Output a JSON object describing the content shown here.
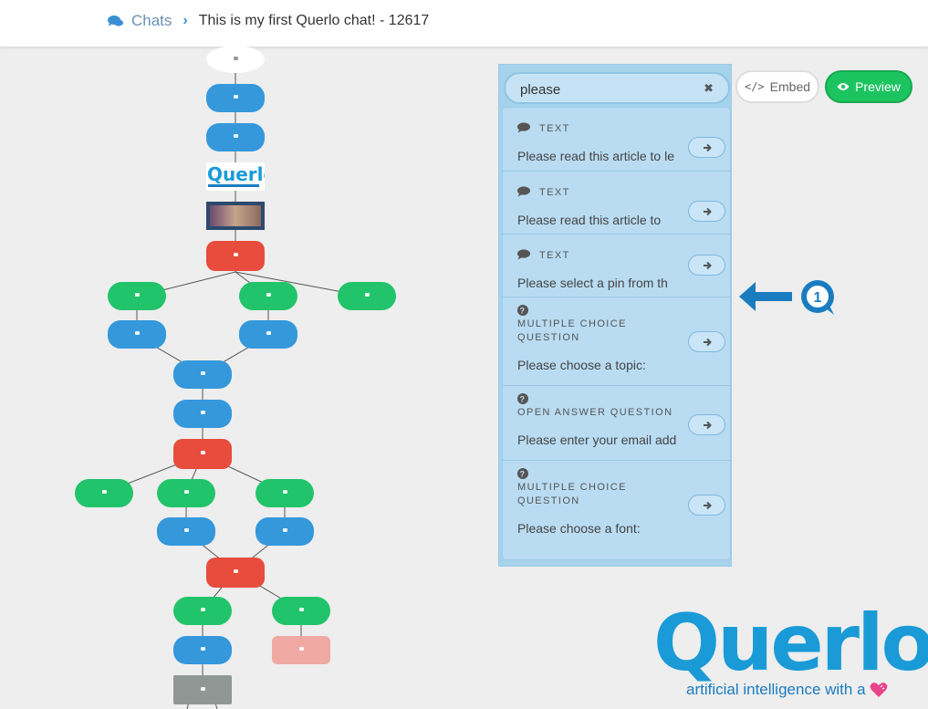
{
  "header": {
    "chats_label": "Chats",
    "separator": "›",
    "title": "This is my first Querlo chat! - 12617",
    "chat_icon": "comments-icon"
  },
  "search": {
    "value": "please",
    "clear_icon": "close-icon",
    "results": [
      {
        "type": "TEXT",
        "icon": "comment-icon",
        "text": "Please read this article to le"
      },
      {
        "type": "TEXT",
        "icon": "comment-icon",
        "text": "Please read this article to"
      },
      {
        "type": "TEXT",
        "icon": "comment-icon",
        "text": "Please select a pin from th"
      },
      {
        "type": "MULTIPLE CHOICE QUESTION",
        "icon": "question-circle-icon",
        "text": "Please choose a topic:"
      },
      {
        "type": "OPEN ANSWER QUESTION",
        "icon": "question-circle-icon",
        "text": "Please enter your email add"
      },
      {
        "type": "MULTIPLE CHOICE QUESTION",
        "icon": "question-circle-icon",
        "text": "Please choose a font:"
      }
    ]
  },
  "toolbar": {
    "embed_label": "Embed",
    "preview_label": "Preview"
  },
  "annotation": {
    "number": "1"
  },
  "logo": {
    "wordmark": "Querlo",
    "tagline": "artificial intelligence with a"
  },
  "colors": {
    "accent_blue": "#3498db",
    "green": "#21c46a",
    "red": "#e74c3c",
    "brand": "#1a9bd7"
  }
}
